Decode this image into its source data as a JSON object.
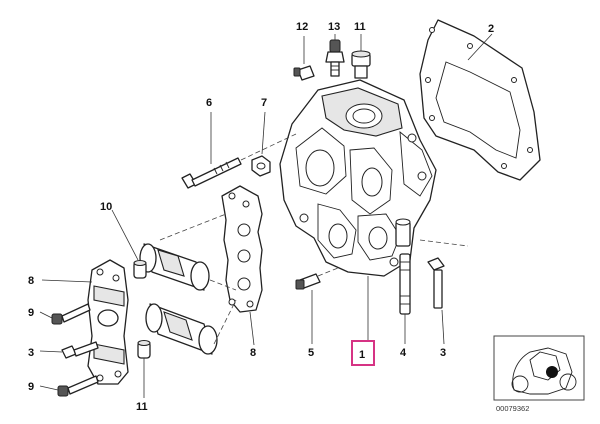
{
  "callouts": {
    "c1": "1",
    "c2": "2",
    "c3a": "3",
    "c3b": "3",
    "c4": "4",
    "c5": "5",
    "c6": "6",
    "c7": "7",
    "c8a": "8",
    "c8b": "8",
    "c9a": "9",
    "c9b": "9",
    "c10": "10",
    "c11a": "11",
    "c11b": "11",
    "c12": "12",
    "c13": "13"
  },
  "reference_code": "00079362",
  "colors": {
    "highlight": "#d63384",
    "ink": "#222222"
  }
}
